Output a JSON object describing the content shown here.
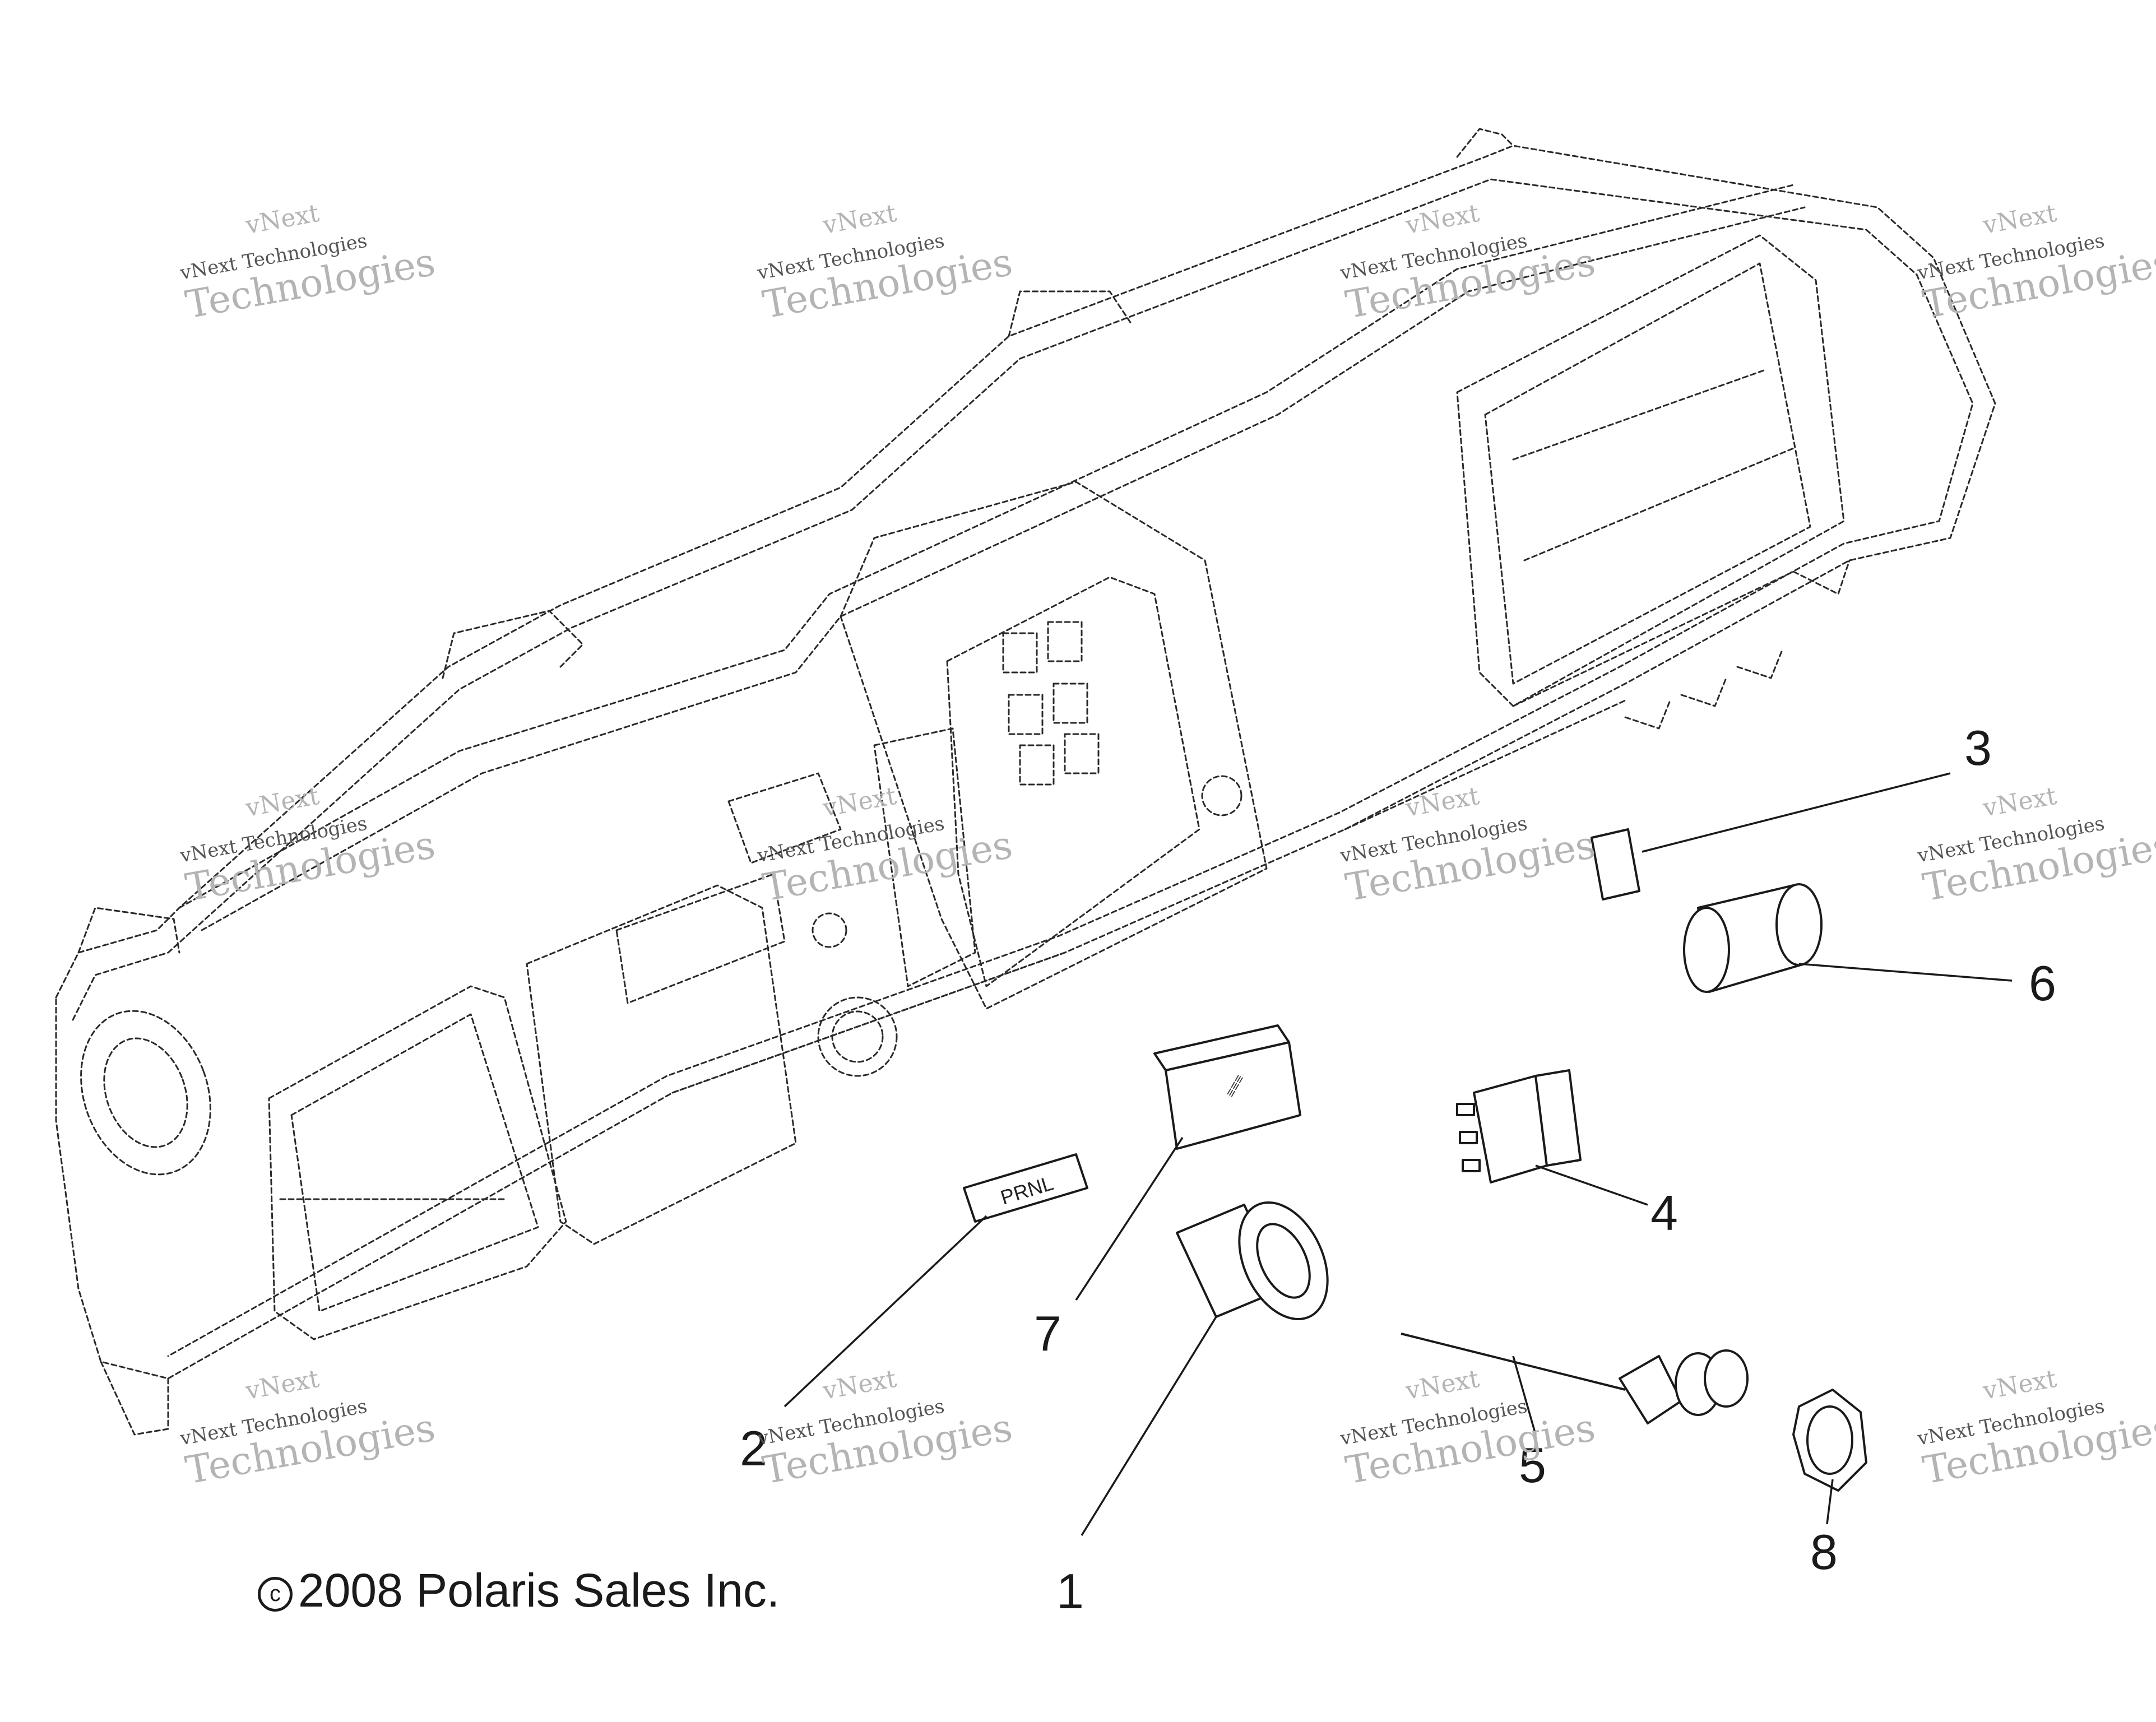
{
  "watermark": {
    "line1": "vNext",
    "line2": "vNext Technologies",
    "line3": "Technologies"
  },
  "callouts": {
    "c1": "1",
    "c2": "2",
    "c3": "3",
    "c4": "4",
    "c5": "5",
    "c6": "6",
    "c7": "7",
    "c8": "8"
  },
  "copyright": {
    "symbol": "c",
    "text": "2008 Polaris Sales Inc."
  }
}
